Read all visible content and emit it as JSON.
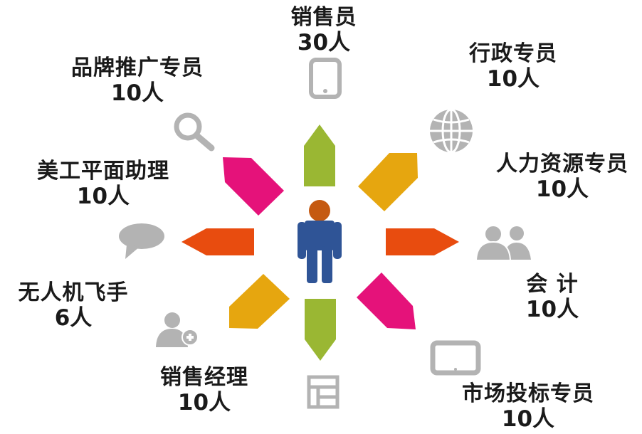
{
  "center": {
    "icon": "person-icon"
  },
  "roles": [
    {
      "id": "sales",
      "title": "销售员",
      "count": "30人",
      "arrow_color": "#9ab733",
      "icon": "tablet-icon"
    },
    {
      "id": "admin",
      "title": "行政专员",
      "count": "10人",
      "arrow_color": "#e6a60f",
      "icon": "globe-icon"
    },
    {
      "id": "hr",
      "title": "人力资源专员",
      "count": "10人",
      "arrow_color": "#e6a60f",
      "icon": "globe-icon"
    },
    {
      "id": "accounting",
      "title": "会 计",
      "count": "10人",
      "arrow_color": "#e84c0f",
      "icon": "users-icon"
    },
    {
      "id": "bidding",
      "title": "市场投标专员",
      "count": "10人",
      "arrow_color": "#e5127a",
      "icon": "monitor-icon"
    },
    {
      "id": "sales-manager",
      "title": "销售经理",
      "count": "10人",
      "arrow_color": "#9ab733",
      "icon": "layout-icon"
    },
    {
      "id": "drone-pilot",
      "title": "无人机飞手",
      "count": "6人",
      "arrow_color": "#e6a60f",
      "icon": "add-user-icon"
    },
    {
      "id": "art-assistant",
      "title": "美工平面助理",
      "count": "10人",
      "arrow_color": "#e84c0f",
      "icon": "chat-bubble-icon"
    },
    {
      "id": "brand",
      "title": "品牌推广专员",
      "count": "10人",
      "arrow_color": "#e5127a",
      "icon": "search-icon"
    }
  ],
  "colors": {
    "icon_gray": "#b3b3b3",
    "person_body": "#2f5496",
    "person_head": "#c55a11"
  }
}
